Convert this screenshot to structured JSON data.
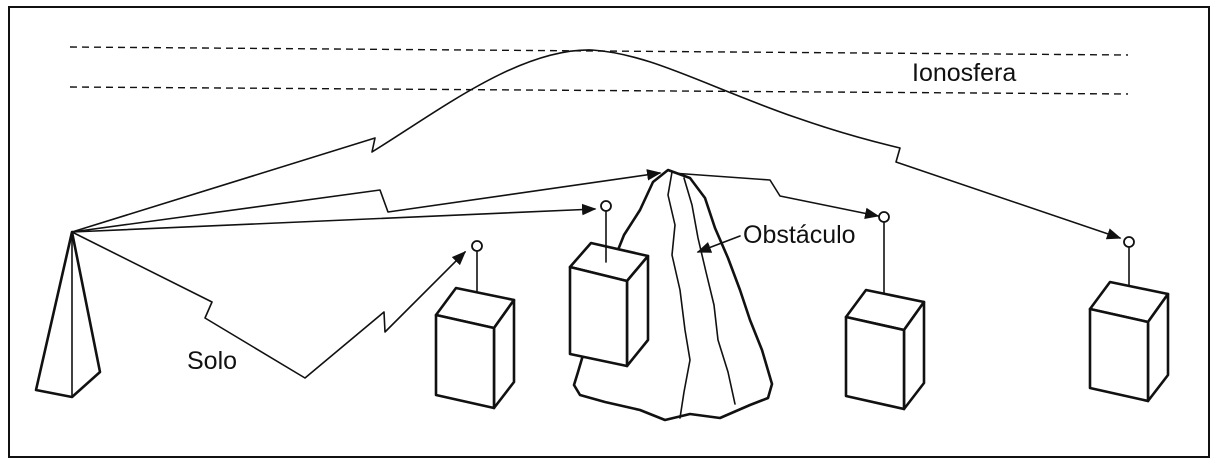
{
  "labels": {
    "ionosphere": "Ionosfera",
    "obstacle": "Obstáculo",
    "ground": "Solo"
  }
}
